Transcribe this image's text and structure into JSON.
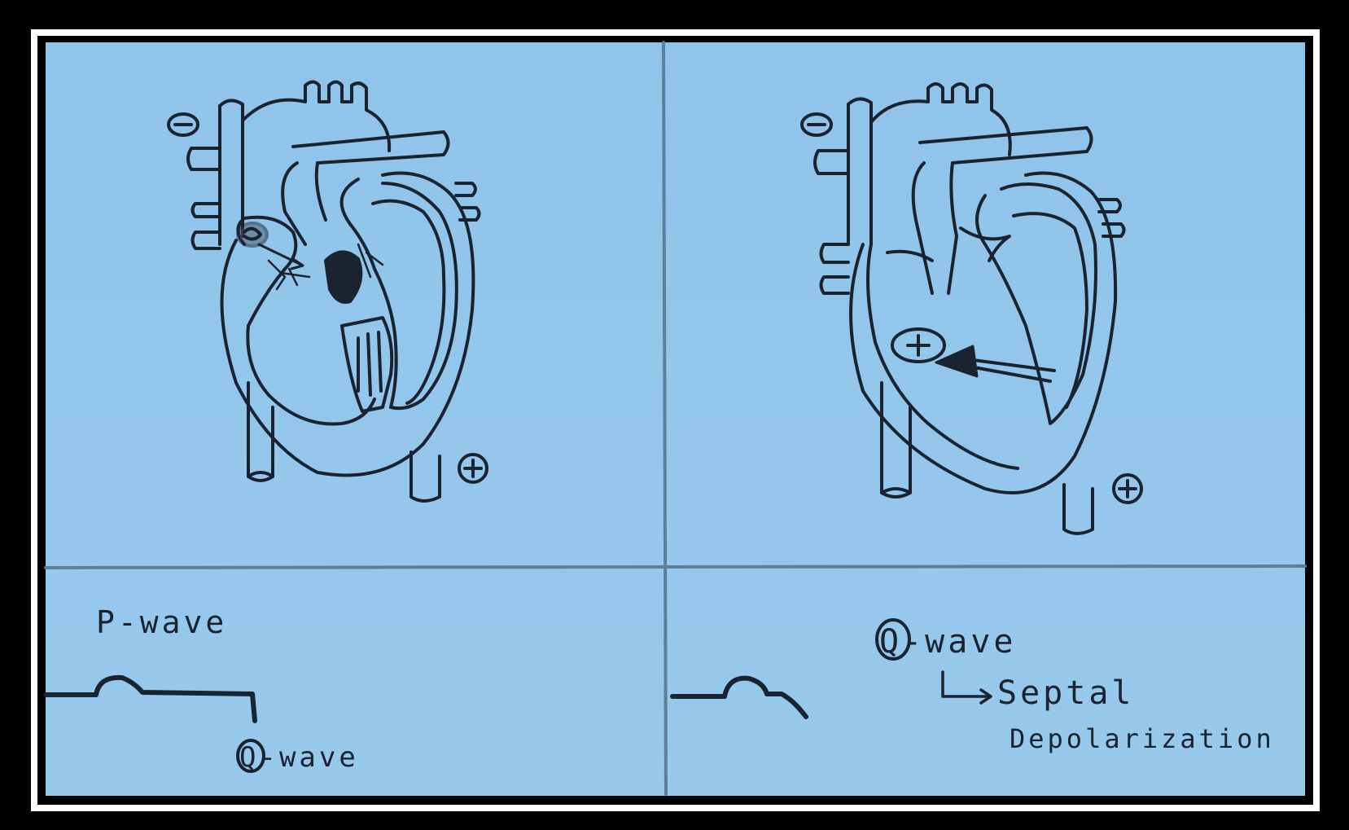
{
  "panels": {
    "left": {
      "caption": "P-wave",
      "annotation": "Q-wave",
      "electrode_negative": "−",
      "electrode_positive": "+"
    },
    "right": {
      "caption": "Q-wave",
      "subcaption_line1": "Septal",
      "subcaption_line2": "Depolarization",
      "electrode_negative": "−",
      "electrode_positive": "+",
      "septal_marker": "+"
    }
  },
  "colors": {
    "board": "#93c6eb",
    "ink": "#1a2330",
    "frame": "#000000"
  }
}
